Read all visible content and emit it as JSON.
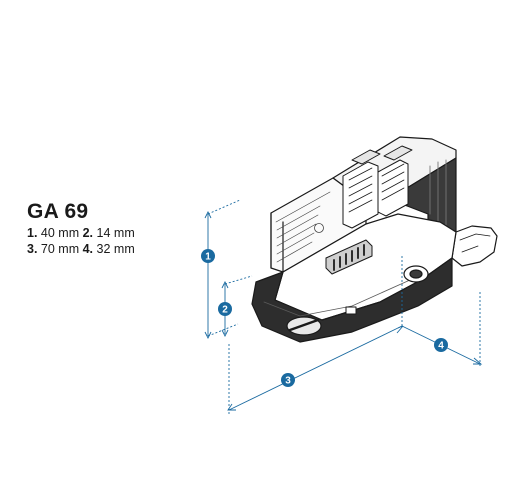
{
  "product": {
    "title": "GA 69"
  },
  "dimensions": [
    {
      "num": "1.",
      "value": "40 mm"
    },
    {
      "num": "2.",
      "value": "14 mm"
    },
    {
      "num": "3.",
      "value": "70 mm"
    },
    {
      "num": "4.",
      "value": "32 mm"
    }
  ],
  "callouts": [
    "1",
    "2",
    "3",
    "4"
  ],
  "colors": {
    "dimension_line": "#1a6aa0",
    "callout_fill": "#1a6aa0",
    "outline": "#1a1a1a"
  },
  "icons": {
    "adapter": "track-adapter-drawing"
  }
}
